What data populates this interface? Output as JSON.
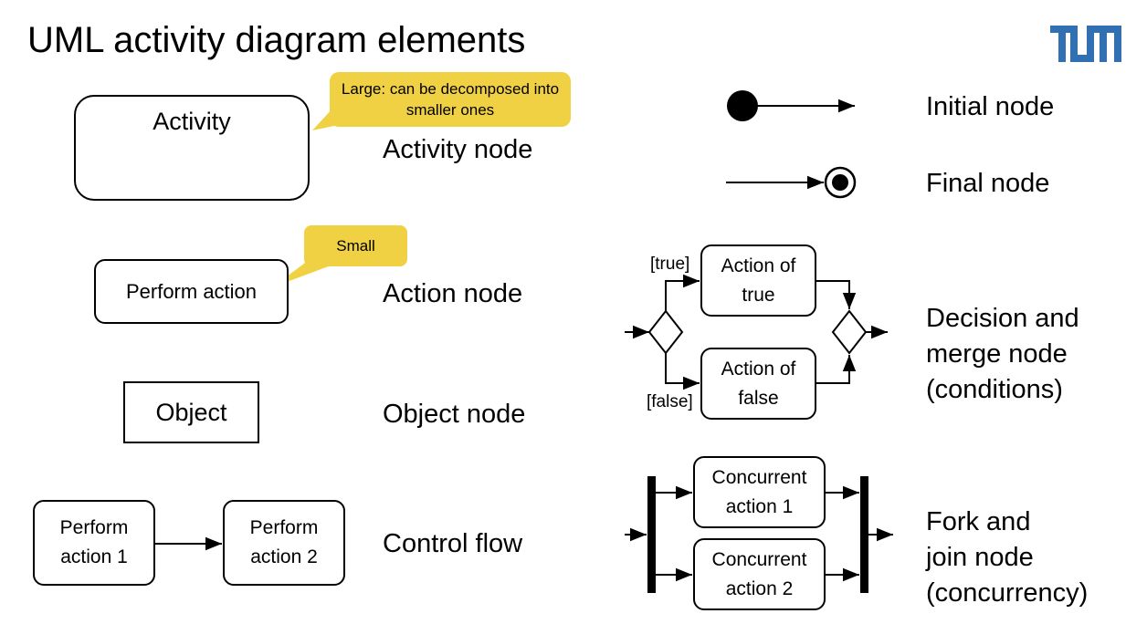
{
  "title": "UML activity diagram elements",
  "logo_text": "TUM",
  "colors": {
    "logo": "#3070b3",
    "note_fill": "#f0d144"
  },
  "left": {
    "activity": {
      "box_text": "Activity",
      "label": "Activity node",
      "note": "Large: can be decomposed into smaller ones"
    },
    "action": {
      "box_text": "Perform action",
      "label": "Action node",
      "note": "Small"
    },
    "object": {
      "box_text": "Object",
      "label": "Object node"
    },
    "control_flow": {
      "box1": "Perform action 1",
      "box2": "Perform action 2",
      "label": "Control flow"
    }
  },
  "right": {
    "initial": {
      "label": "Initial node"
    },
    "final": {
      "label": "Final node"
    },
    "decision": {
      "guard_true": "[true]",
      "guard_false": "[false]",
      "action_true": "Action of true",
      "action_false": "Action of false",
      "label_lines": [
        "Decision and",
        "merge node",
        "(conditions)"
      ]
    },
    "fork": {
      "action1": "Concurrent action 1",
      "action2": "Concurrent action 2",
      "label_lines": [
        "Fork and",
        "join node",
        "(concurrency)"
      ]
    }
  }
}
